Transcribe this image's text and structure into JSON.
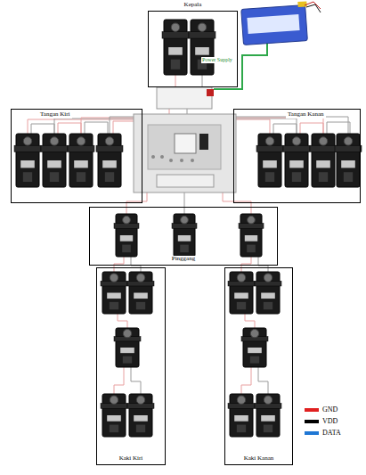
{
  "diagram": {
    "nodes": [
      {
        "text": [
          "Kepala"
        ]
      },
      {
        "text": [
          "Tangan Kiri"
        ]
      },
      {
        "text": [
          "Tangan Kanan"
        ]
      },
      {
        "text": [
          "Pinggang"
        ]
      },
      {
        "text": [
          "Kaki Kiri"
        ]
      },
      {
        "text": [
          "Kaki Kanan"
        ]
      }
    ],
    "labels": [
      "Power Supply"
    ],
    "legend": [
      {
        "text": "GND",
        "color": "#e02020"
      },
      {
        "text": "VDD",
        "color": "#000000"
      },
      {
        "text": "DATA",
        "color": "#1f77d4"
      }
    ]
  }
}
